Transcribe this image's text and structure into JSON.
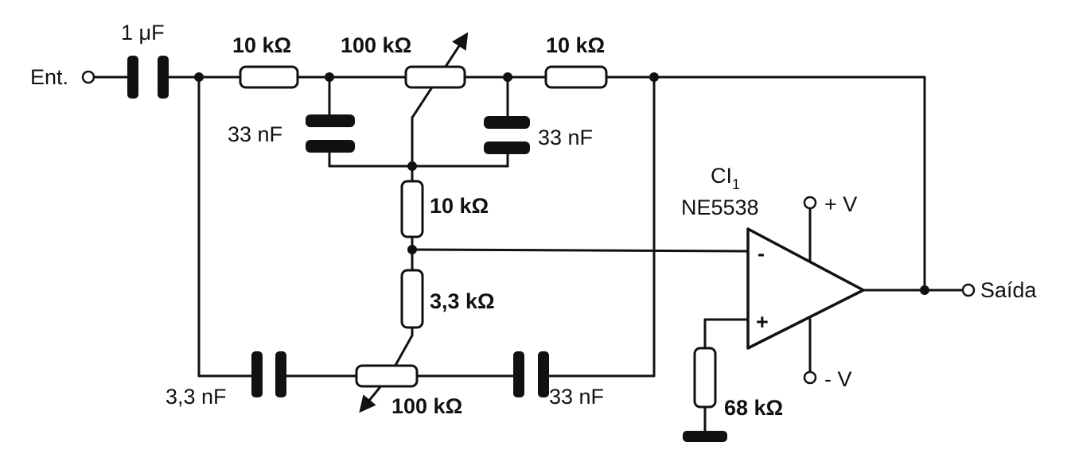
{
  "input_label": "Ent.",
  "output_label": "Saída",
  "ic": {
    "name": "CI",
    "sub": "1",
    "part": "NE5538"
  },
  "supply": {
    "pos": "+ V",
    "neg": "- V"
  },
  "opamp": {
    "inv": "-",
    "noninv": "+"
  },
  "labels": {
    "c_in": "1 μF",
    "r_top_left": "10 kΩ",
    "pot_top": "100 kΩ",
    "r_top_right": "10 kΩ",
    "c_top_left": "33 nF",
    "c_top_right": "33 nF",
    "r_mid": "10 kΩ",
    "r_low": "3,3 kΩ",
    "c_bot_left": "3,3 nF",
    "pot_bot": "100 kΩ",
    "c_bot_right": "33 nF",
    "r_ground": "68 kΩ"
  }
}
